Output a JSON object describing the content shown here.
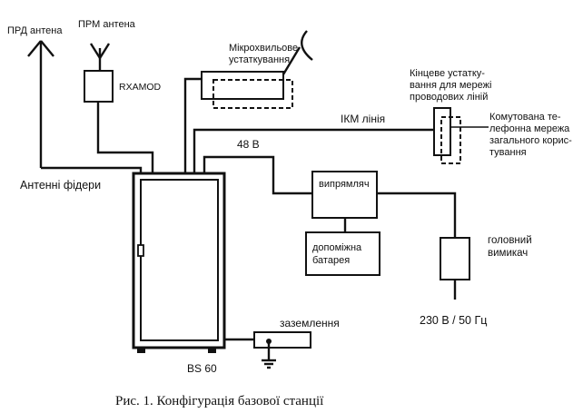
{
  "labels": {
    "prd_antenna": "ПРД антена",
    "prm_antenna": "ПРМ антена",
    "rxamod": "RXAMOD",
    "microwave_line1": "Мікрохвильове",
    "microwave_line2": "устаткування",
    "terminal_line1": "Кінцеве устатку-",
    "terminal_line2": "вання для мережі",
    "terminal_line3": "проводових ліній",
    "ikm_line": "ІКМ лінія",
    "pstn_line1": "Комутована те-",
    "pstn_line2": "лефонна мережа",
    "pstn_line3": "загального корис-",
    "pstn_line4": "тування",
    "antenna_feeders": "Антенні фідери",
    "voltage_48": "48 В",
    "rectifier": "випрямляч",
    "battery_line1": "допоміжна",
    "battery_line2": "батарея",
    "main_switch_line1": "головний",
    "main_switch_line2": "вимикач",
    "mains": "230 В / 50 Гц",
    "grounding": "заземлення",
    "bs60": "BS 60",
    "caption": "Рис. 1. Конфігурація базової станції"
  }
}
